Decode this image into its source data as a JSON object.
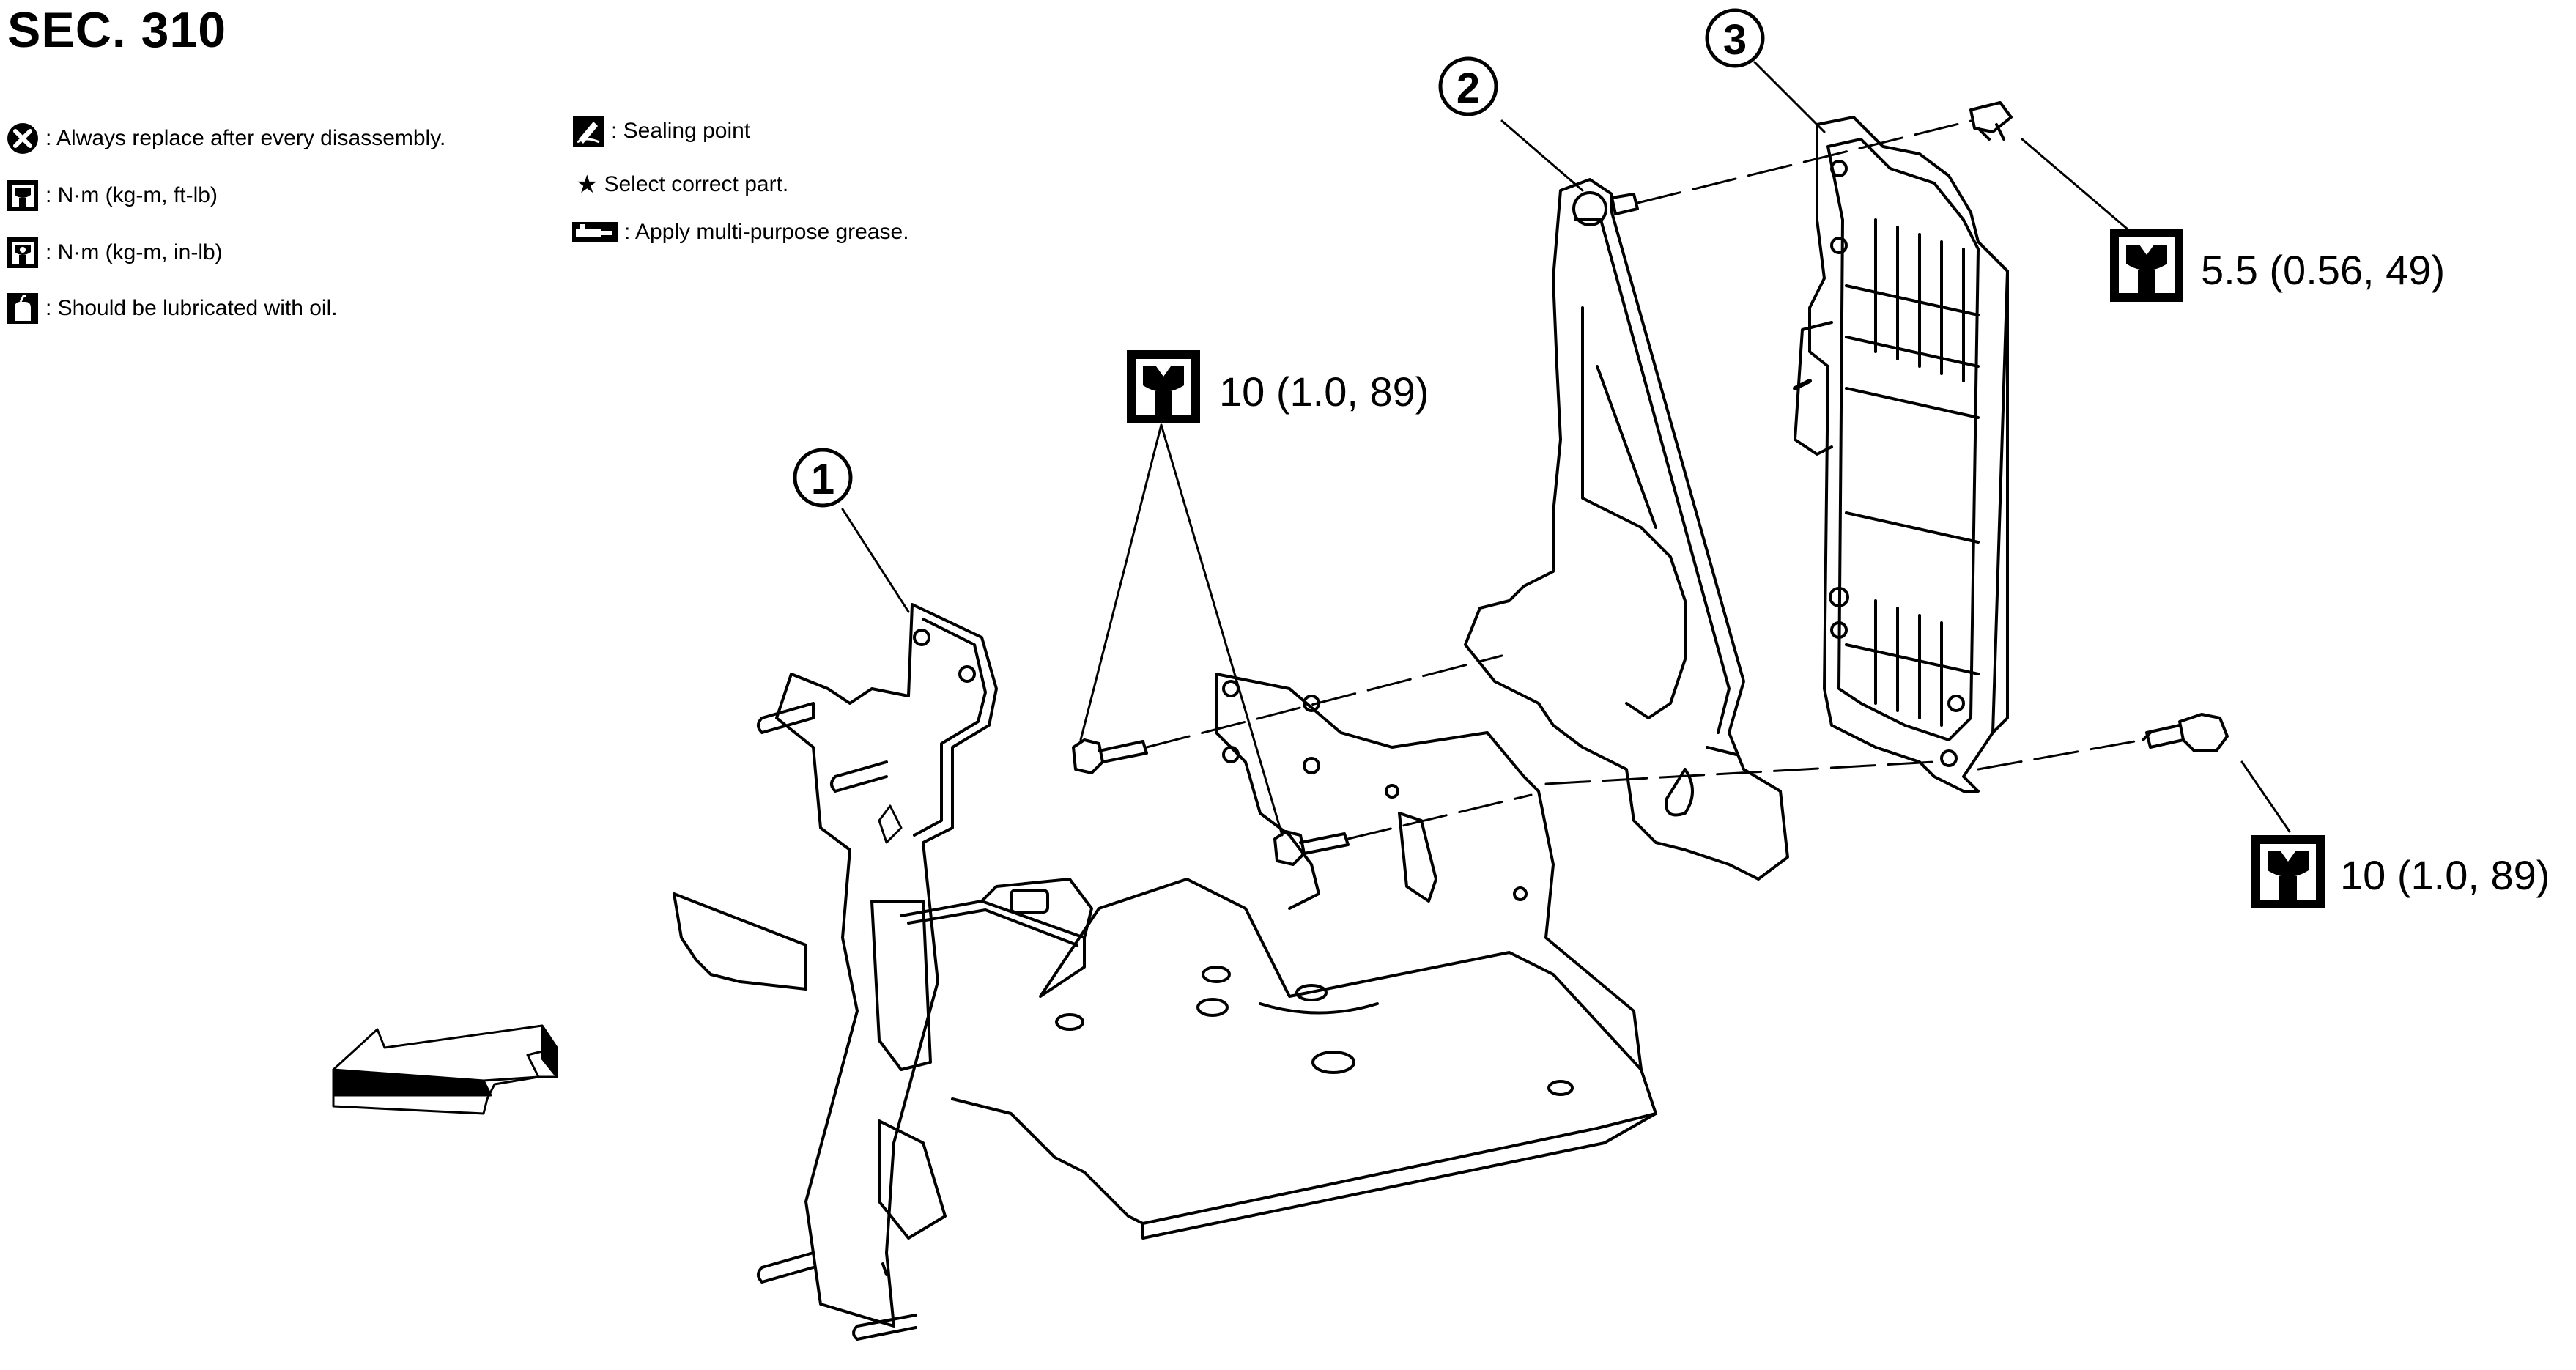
{
  "section": {
    "title": "SEC. 310"
  },
  "legend": {
    "items": [
      {
        "icon": "replace-icon",
        "text": ": Always replace after every disassembly."
      },
      {
        "icon": "torque-ftlb-icon",
        "text": ": N·m (kg-m, ft-lb)"
      },
      {
        "icon": "torque-inlb-icon",
        "text": ": N·m (kg-m, in-lb)"
      },
      {
        "icon": "oil-can-icon",
        "text": ": Should be lubricated with oil."
      },
      {
        "icon": "sealing-point-icon",
        "text": ": Sealing point"
      },
      {
        "icon": "star-icon",
        "text": "Select correct part."
      },
      {
        "icon": "grease-icon",
        "text": ": Apply multi-purpose grease."
      }
    ]
  },
  "callouts": {
    "part1": "1",
    "part2": "2",
    "part3": "3"
  },
  "torque": {
    "top_center": "10 (1.0, 89)",
    "top_right": "5.5 (0.56, 49)",
    "bottom_right": "10 (1.0, 89)"
  },
  "colors": {
    "ink": "#000000",
    "paper": "#ffffff"
  }
}
